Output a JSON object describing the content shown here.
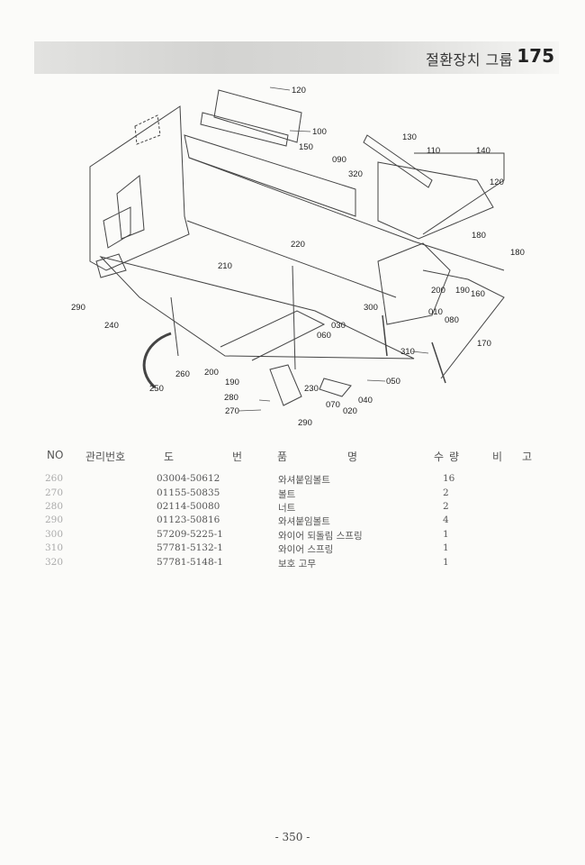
{
  "header": {
    "title": "절환장치 그룹",
    "page_num": "175"
  },
  "diagram_labels": [
    {
      "id": "l120a",
      "text": "120"
    },
    {
      "id": "l100",
      "text": "100"
    },
    {
      "id": "l150",
      "text": "150"
    },
    {
      "id": "l090",
      "text": "090"
    },
    {
      "id": "l130",
      "text": "130"
    },
    {
      "id": "l110",
      "text": "110"
    },
    {
      "id": "l140",
      "text": "140"
    },
    {
      "id": "l320",
      "text": "320"
    },
    {
      "id": "l120b",
      "text": "120"
    },
    {
      "id": "l220",
      "text": "220"
    },
    {
      "id": "l180a",
      "text": "180"
    },
    {
      "id": "l180b",
      "text": "180"
    },
    {
      "id": "l210",
      "text": "210"
    },
    {
      "id": "l200a",
      "text": "200"
    },
    {
      "id": "l190a",
      "text": "190"
    },
    {
      "id": "l160",
      "text": "160"
    },
    {
      "id": "l290a",
      "text": "290"
    },
    {
      "id": "l300",
      "text": "300"
    },
    {
      "id": "l010",
      "text": "010"
    },
    {
      "id": "l080",
      "text": "080"
    },
    {
      "id": "l240",
      "text": "240"
    },
    {
      "id": "l030",
      "text": "030"
    },
    {
      "id": "l060",
      "text": "060"
    },
    {
      "id": "l170",
      "text": "170"
    },
    {
      "id": "l310",
      "text": "310"
    },
    {
      "id": "l260",
      "text": "260"
    },
    {
      "id": "l200b",
      "text": "200"
    },
    {
      "id": "l050",
      "text": "050"
    },
    {
      "id": "l190b",
      "text": "190"
    },
    {
      "id": "l230",
      "text": "230"
    },
    {
      "id": "l250",
      "text": "250"
    },
    {
      "id": "l040",
      "text": "040"
    },
    {
      "id": "l280",
      "text": "280"
    },
    {
      "id": "l070",
      "text": "070"
    },
    {
      "id": "l020",
      "text": "020"
    },
    {
      "id": "l270",
      "text": "270"
    },
    {
      "id": "l290b",
      "text": "290"
    }
  ],
  "parts_table": {
    "headers": {
      "no": "NO",
      "mgmt": "관리번호",
      "do": "도",
      "beon": "번",
      "pum": "품",
      "myeong": "명",
      "su": "수",
      "ryang": "량",
      "bi": "비",
      "go": "고"
    },
    "rows": [
      {
        "no": "260",
        "part": "03004-50612",
        "name": "와셔붙임볼트",
        "qty": "16"
      },
      {
        "no": "270",
        "part": "01155-50835",
        "name": "볼트",
        "qty": "2"
      },
      {
        "no": "280",
        "part": "02114-50080",
        "name": "너트",
        "qty": "2"
      },
      {
        "no": "290",
        "part": "01123-50816",
        "name": "와셔붙임볼트",
        "qty": "4"
      },
      {
        "no": "300",
        "part": "57209-5225-1",
        "name": "와이어 되돌림 스프링",
        "qty": "1"
      },
      {
        "no": "310",
        "part": "57781-5132-1",
        "name": "와이어 스프링",
        "qty": "1"
      },
      {
        "no": "320",
        "part": "57781-5148-1",
        "name": "보호 고무",
        "qty": "1"
      }
    ]
  },
  "footer": {
    "page": "- 350 -"
  }
}
